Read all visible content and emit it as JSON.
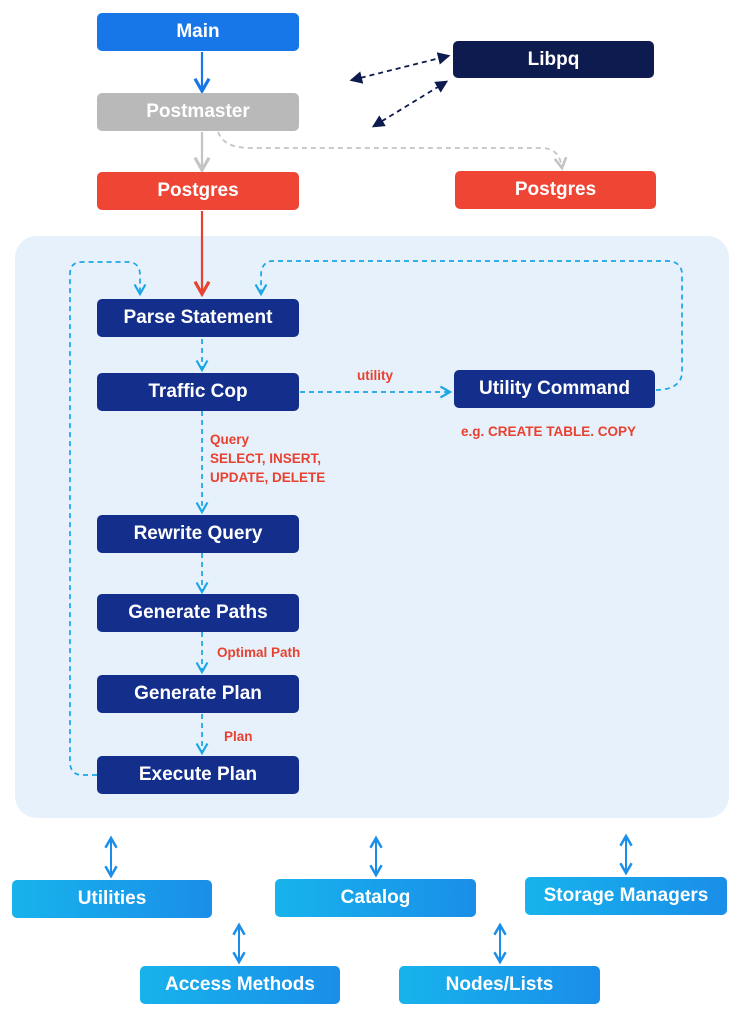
{
  "nodes": {
    "main": "Main",
    "libpq": "Libpq",
    "postmaster": "Postmaster",
    "postgres_main": "Postgres",
    "postgres_child": "Postgres",
    "parse_statement": "Parse Statement",
    "traffic_cop": "Traffic Cop",
    "utility_command": "Utility Command",
    "rewrite_query": "Rewrite Query",
    "generate_paths": "Generate Paths",
    "generate_plan": "Generate Plan",
    "execute_plan": "Execute Plan",
    "utilities": "Utilities",
    "catalog": "Catalog",
    "storage_managers": "Storage Managers",
    "access_methods": "Access Methods",
    "nodes_lists": "Nodes/Lists"
  },
  "edge_labels": {
    "utility": "utility",
    "utility_example": "e.g. CREATE TABLE. COPY",
    "query_line1": "Query",
    "query_line2": "SELECT, INSERT,",
    "query_line3": "UPDATE, DELETE",
    "optimal_path": "Optimal Path",
    "plan": "Plan"
  },
  "colors": {
    "main": "#1777e8",
    "postmaster": "#b9b9b9",
    "postgres": "#ee4535",
    "libpq": "#0d1b4e",
    "pipeline": "#142e8c",
    "modules": "#17b3ec",
    "panel": "#e6f1fc",
    "label_text": "#e8412f",
    "dashed_arrow": "#1aa6e6",
    "double_arrow": "#1a8ee9"
  }
}
